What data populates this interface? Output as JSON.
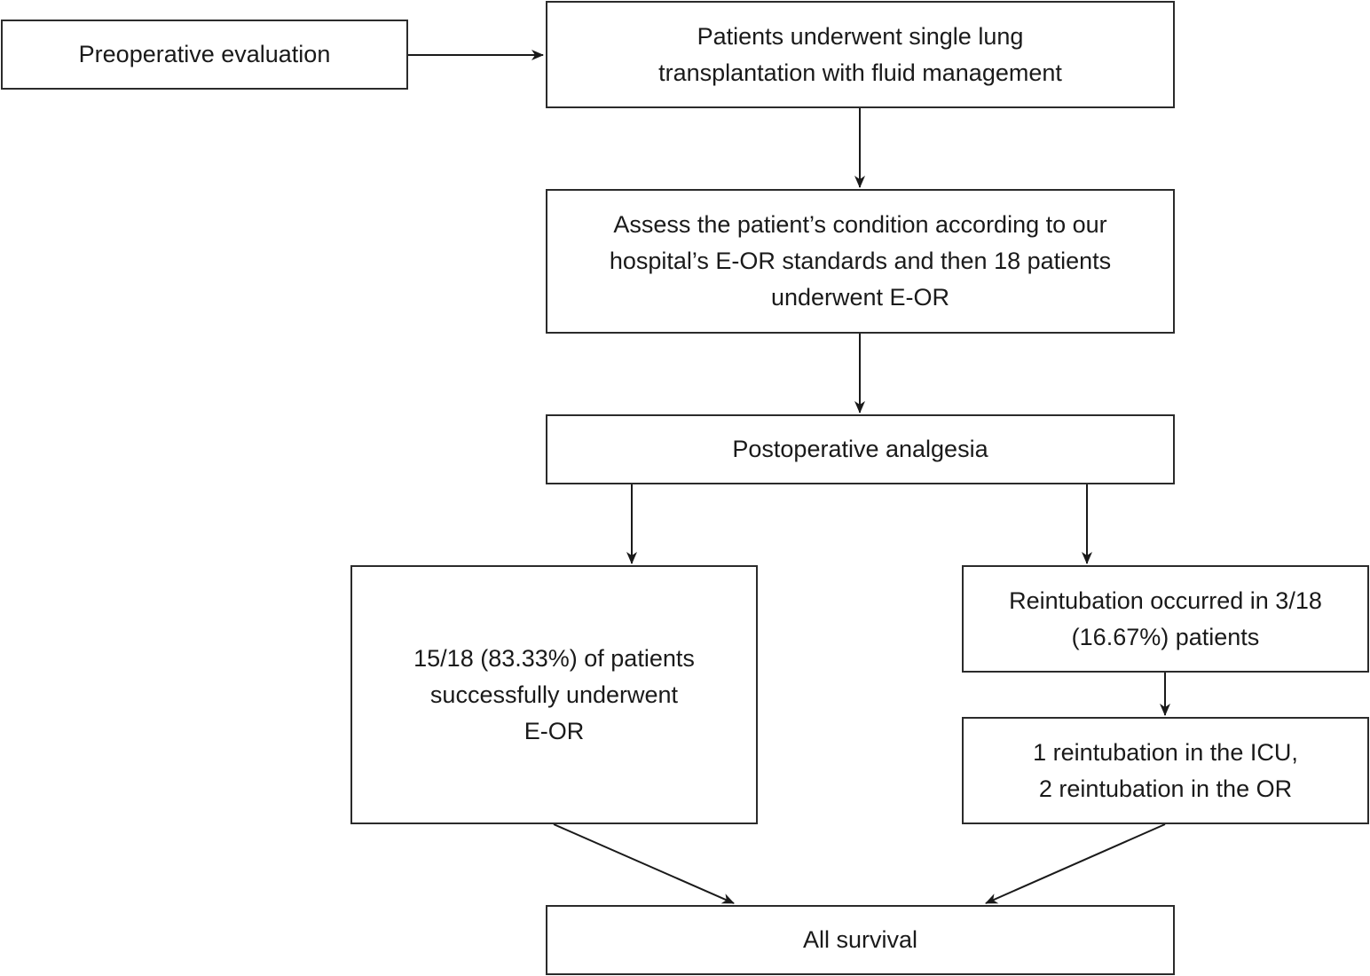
{
  "nodes": {
    "preop": {
      "lines": [
        "Preoperative evaluation"
      ]
    },
    "transplant": {
      "lines": [
        "Patients underwent single lung",
        "transplantation with fluid management"
      ]
    },
    "assess": {
      "lines": [
        "Assess the patient’s condition according to our",
        "hospital’s E-OR standards and then 18 patients",
        "underwent E-OR"
      ]
    },
    "analgesia": {
      "lines": [
        "Postoperative analgesia"
      ]
    },
    "success": {
      "lines": [
        "15/18 (83.33%) of patients",
        "successfully underwent",
        "E-OR"
      ]
    },
    "reintubation": {
      "lines": [
        "Reintubation occurred in 3/18",
        "(16.67%) patients"
      ]
    },
    "reint_detail": {
      "lines": [
        "1 reintubation in the ICU,",
        "2 reintubation in the OR"
      ]
    },
    "survival": {
      "lines": [
        "All survival"
      ]
    }
  },
  "edges": [
    {
      "from": "preop",
      "to": "transplant"
    },
    {
      "from": "transplant",
      "to": "assess"
    },
    {
      "from": "assess",
      "to": "analgesia"
    },
    {
      "from": "analgesia",
      "to": "success"
    },
    {
      "from": "analgesia",
      "to": "reintubation"
    },
    {
      "from": "reintubation",
      "to": "reint_detail"
    },
    {
      "from": "success",
      "to": "survival"
    },
    {
      "from": "reint_detail",
      "to": "survival"
    }
  ],
  "colors": {
    "stroke": "#2b2b2b",
    "text": "#1a1a1a",
    "background": "#ffffff"
  }
}
